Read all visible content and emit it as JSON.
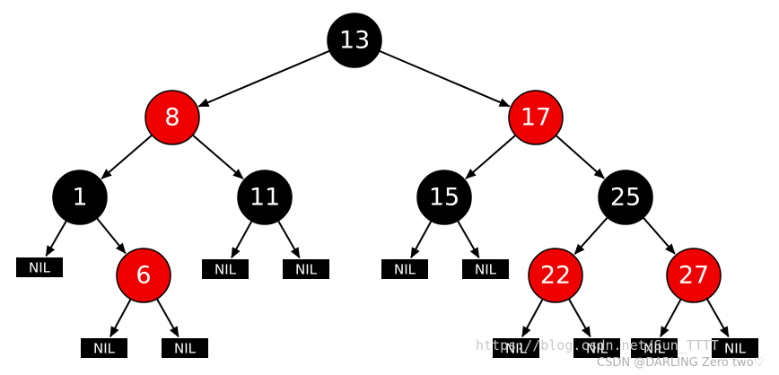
{
  "colors": {
    "black_node": "#000000",
    "red_node": "#ee0000",
    "nil": "#000000",
    "edge": "#000000",
    "text": "#ffffff"
  },
  "nodes": [
    {
      "id": "n13",
      "label": "13",
      "color": "black"
    },
    {
      "id": "n8",
      "label": "8",
      "color": "red"
    },
    {
      "id": "n17",
      "label": "17",
      "color": "red"
    },
    {
      "id": "n1",
      "label": "1",
      "color": "black"
    },
    {
      "id": "n11",
      "label": "11",
      "color": "black"
    },
    {
      "id": "n15",
      "label": "15",
      "color": "black"
    },
    {
      "id": "n25",
      "label": "25",
      "color": "black"
    },
    {
      "id": "n6",
      "label": "6",
      "color": "red"
    },
    {
      "id": "n22",
      "label": "22",
      "color": "red"
    },
    {
      "id": "n27",
      "label": "27",
      "color": "red"
    }
  ],
  "nil_label": "NIL",
  "nil_leaves": [
    {
      "id": "nil1",
      "parent": "n1"
    },
    {
      "id": "nil2",
      "parent": "n11"
    },
    {
      "id": "nil3",
      "parent": "n11"
    },
    {
      "id": "nil4",
      "parent": "n15"
    },
    {
      "id": "nil5",
      "parent": "n15"
    },
    {
      "id": "nil6",
      "parent": "n6"
    },
    {
      "id": "nil7",
      "parent": "n6"
    },
    {
      "id": "nil8",
      "parent": "n22"
    },
    {
      "id": "nil9",
      "parent": "n22"
    },
    {
      "id": "nil10",
      "parent": "n27"
    },
    {
      "id": "nil11",
      "parent": "n27"
    }
  ],
  "edges": [
    [
      "n13",
      "n8"
    ],
    [
      "n13",
      "n17"
    ],
    [
      "n8",
      "n1"
    ],
    [
      "n8",
      "n11"
    ],
    [
      "n17",
      "n15"
    ],
    [
      "n17",
      "n25"
    ],
    [
      "n1",
      "nil1"
    ],
    [
      "n1",
      "n6"
    ],
    [
      "n11",
      "nil2"
    ],
    [
      "n11",
      "nil3"
    ],
    [
      "n15",
      "nil4"
    ],
    [
      "n15",
      "nil5"
    ],
    [
      "n25",
      "n22"
    ],
    [
      "n25",
      "n27"
    ],
    [
      "n6",
      "nil6"
    ],
    [
      "n6",
      "nil7"
    ],
    [
      "n22",
      "nil8"
    ],
    [
      "n22",
      "nil9"
    ],
    [
      "n27",
      "nil10"
    ],
    [
      "n27",
      "nil11"
    ]
  ],
  "watermark": {
    "url_text": "https://blog.csdn.net/Sun_TTTT",
    "credit_text": "CSDN @DARLING Zero two♡"
  }
}
